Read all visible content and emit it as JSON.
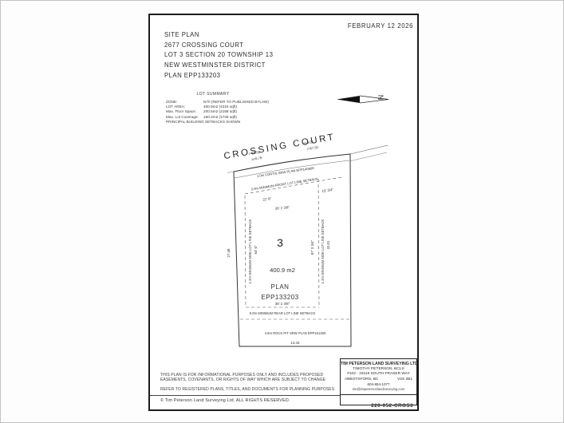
{
  "page": {
    "date": "FEBRUARY 12 2026",
    "title_block": {
      "lines": [
        "SITE PLAN",
        "2677 CROSSING COURT",
        "LOT 3 SECTION 20 TOWNSHIP 13",
        "NEW WESTMINSTER DISTRICT",
        "PLAN EPP133203"
      ]
    }
  },
  "lot_summary": {
    "title": "LOT SUMMARY",
    "rows": [
      {
        "label": "ZONE:",
        "value": "N70 (REFER TO PUBLISHED BYLAW)"
      },
      {
        "label": "LOT AREA:",
        "value": "400.9m2 (4315 sqft)"
      },
      {
        "label": "Max. Floor Space:",
        "value": "200.5m2 (2158 sqft)"
      },
      {
        "label": "Max. Lot Coverage:",
        "value": "160.4m2 (1726 sqft)"
      },
      {
        "label": "PRINCIPAL BUILDING SETBACKS SHOWN",
        "value": ""
      }
    ]
  },
  "diagram": {
    "street_name": "CROSSING COURT",
    "north_label": "N",
    "curve_left_r": "r=68.50",
    "curve_left_a": "a=6.78",
    "curve_right_a": "a=8.01",
    "curve_right_r": "r=67.50",
    "front_srw": "1.0m FORTIS SRW PLAN EPP140608",
    "front_setback_label": "3.0m MINIMUM FRONT LOT LINE SETBACK",
    "dim_front_left": "22' 8\"",
    "dim_front_right": "15' 3/4\"",
    "dim_front_inner": "36' 2 3/8\"",
    "left_lot_line": "27.48",
    "left_setback_label": "1.2m MINIMUM SIDE LOT LINE SETBACK",
    "left_dim": "54' 6\"",
    "right_dim": "87' 3 3/4\"",
    "right_setback_label": "1.2m MINIMUM SIDE LOT LINE SETBACK",
    "right_lot_line": "32.01",
    "lot_number": "3",
    "lot_area": "400.9 m2",
    "plan_word": "PLAN",
    "plan_number": "EPP133203",
    "dim_rear_inner": "36' 2 3/8\"",
    "rear_setback_label": "6.0m MINIMUM REAR LOT LINE SETBACK",
    "rock_pit_label": "4.5m ROCK PIT SRW PLAN EPP151260",
    "rear_lot_line": "13.43"
  },
  "footer": {
    "disclaimer1": "THIS PLAN IS FOR INFORMATIONAL PURPOSES ONLY AND INCLUDES PROPOSED",
    "disclaimer2": "EASEMENTS, COVENANTS, OR RIGHTS OF WAY WHICH ARE SUBJECT TO CHANGE",
    "disclaimer3": "REFER TO REGISTERED PLANS, TITLES, AND DOCUMENTS FOR PLANNING PURPOSES",
    "copyright": "© Tim Peterson Land Surveying Ltd.  ALL RIGHTS RESERVED."
  },
  "surveyor_box": {
    "company": "TIM PETERSON LAND SURVEYING LTD.",
    "surveyor": "TIMOTHY PETERSON, BCLS",
    "address": "#102 - 33119 SOUTH FRASER WAY",
    "city": "ABBOTSFORD, BC",
    "postal": "V2S 2B1",
    "phone": "604-854-1077",
    "email": "tim@timpetersonlandsurveying.com",
    "job_number": "220-052-CROS3"
  },
  "colors": {
    "ink": "#2d2d2d",
    "line": "#3a3a3a"
  }
}
